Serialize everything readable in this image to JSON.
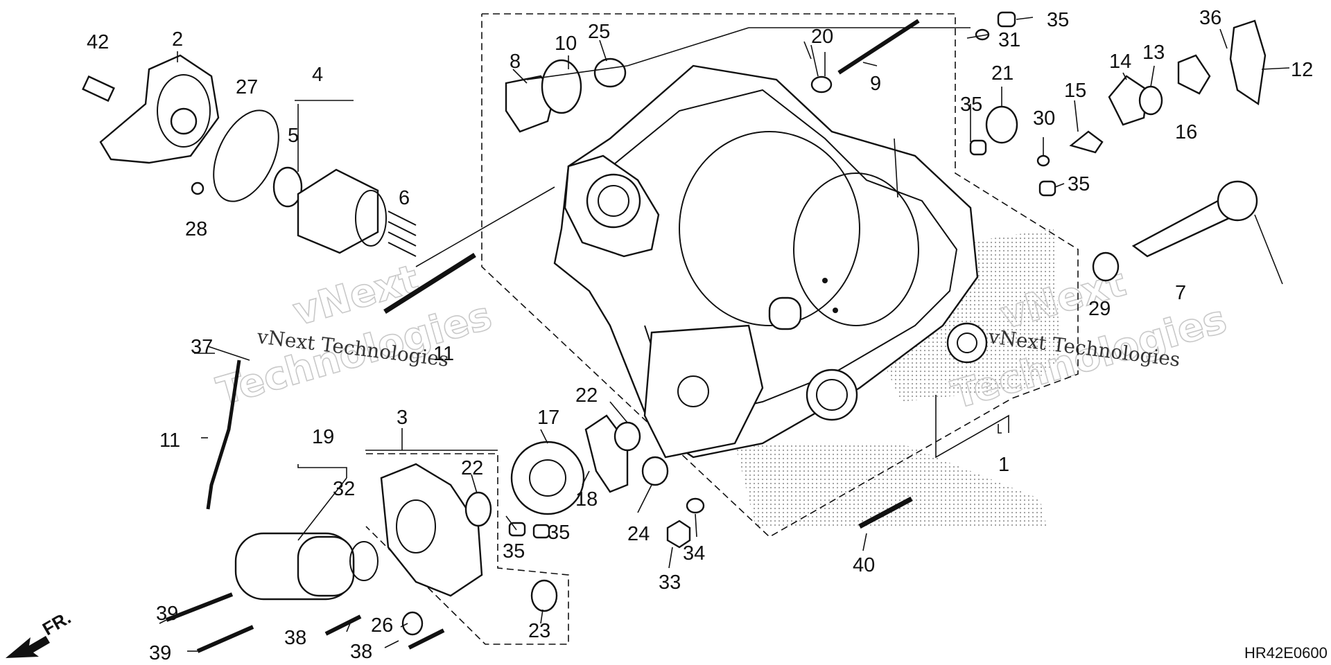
{
  "diagram": {
    "figure_code": "HR42E0600",
    "front_indicator": "FR.",
    "watermark": {
      "brand_line1": "vNext",
      "brand_line2": "Technologies",
      "tag_text": "vNext Technologies"
    },
    "callouts": [
      {
        "id": "c1",
        "label": "1"
      },
      {
        "id": "c2",
        "label": "2"
      },
      {
        "id": "c3",
        "label": "3"
      },
      {
        "id": "c4",
        "label": "4"
      },
      {
        "id": "c5",
        "label": "5"
      },
      {
        "id": "c6",
        "label": "6"
      },
      {
        "id": "c7",
        "label": "7"
      },
      {
        "id": "c8",
        "label": "8"
      },
      {
        "id": "c9",
        "label": "9"
      },
      {
        "id": "c10",
        "label": "10"
      },
      {
        "id": "c11",
        "label": "11"
      },
      {
        "id": "c11b",
        "label": "11"
      },
      {
        "id": "c12",
        "label": "12"
      },
      {
        "id": "c13",
        "label": "13"
      },
      {
        "id": "c14",
        "label": "14"
      },
      {
        "id": "c15",
        "label": "15"
      },
      {
        "id": "c16",
        "label": "16"
      },
      {
        "id": "c17",
        "label": "17"
      },
      {
        "id": "c18",
        "label": "18"
      },
      {
        "id": "c19",
        "label": "19"
      },
      {
        "id": "c20",
        "label": "20"
      },
      {
        "id": "c21",
        "label": "21"
      },
      {
        "id": "c22a",
        "label": "22"
      },
      {
        "id": "c22b",
        "label": "22"
      },
      {
        "id": "c23",
        "label": "23"
      },
      {
        "id": "c24",
        "label": "24"
      },
      {
        "id": "c25",
        "label": "25"
      },
      {
        "id": "c26",
        "label": "26"
      },
      {
        "id": "c27",
        "label": "27"
      },
      {
        "id": "c28",
        "label": "28"
      },
      {
        "id": "c29",
        "label": "29"
      },
      {
        "id": "c30",
        "label": "30"
      },
      {
        "id": "c31",
        "label": "31"
      },
      {
        "id": "c32",
        "label": "32"
      },
      {
        "id": "c33",
        "label": "33"
      },
      {
        "id": "c34",
        "label": "34"
      },
      {
        "id": "c35a",
        "label": "35"
      },
      {
        "id": "c35b",
        "label": "35"
      },
      {
        "id": "c35c",
        "label": "35"
      },
      {
        "id": "c35d",
        "label": "35"
      },
      {
        "id": "c35e",
        "label": "35"
      },
      {
        "id": "c36",
        "label": "36"
      },
      {
        "id": "c37",
        "label": "37"
      },
      {
        "id": "c38a",
        "label": "38"
      },
      {
        "id": "c38b",
        "label": "38"
      },
      {
        "id": "c39a",
        "label": "39"
      },
      {
        "id": "c39b",
        "label": "39"
      },
      {
        "id": "c40",
        "label": "40"
      },
      {
        "id": "c42",
        "label": "42"
      }
    ]
  }
}
